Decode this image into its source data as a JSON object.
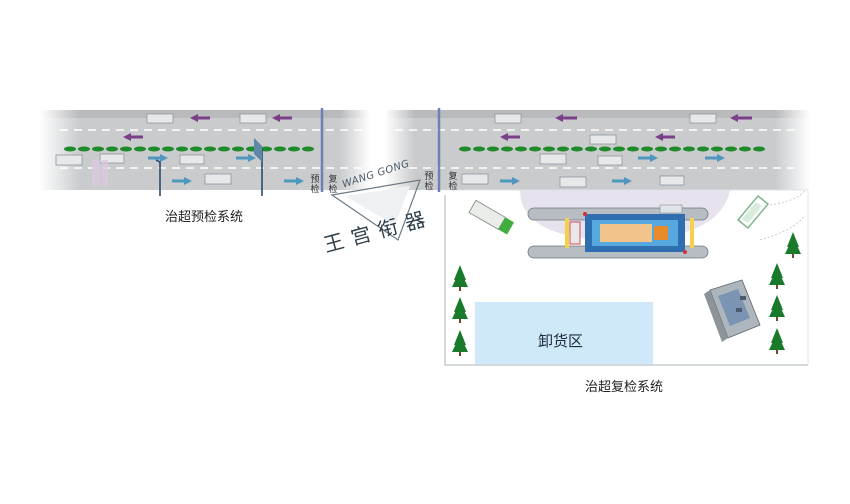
{
  "labels": {
    "precheck_system": "治超预检系统",
    "recheck_system": "治超复检系统",
    "unloading_area": "卸货区",
    "precheck_short": "预检",
    "recheck_short": "复检"
  },
  "brand": {
    "latin": "WANG GONG",
    "chinese": "王宫衔器"
  },
  "colors": {
    "road": "#c9cbcd",
    "lane_dash": "#ffffff",
    "divider_green": "#1f8a2a",
    "left_arrow": "#7b3f8a",
    "right_arrow": "#4f97bf",
    "unload_area": "#cfe8fa",
    "tree": "#1a7a2c",
    "platform": "#2f6fb0",
    "marker": "#3b5fa8"
  },
  "icons": [
    "tree-icon",
    "truck-icon",
    "booth-icon",
    "arrow-left-icon",
    "arrow-right-icon"
  ]
}
